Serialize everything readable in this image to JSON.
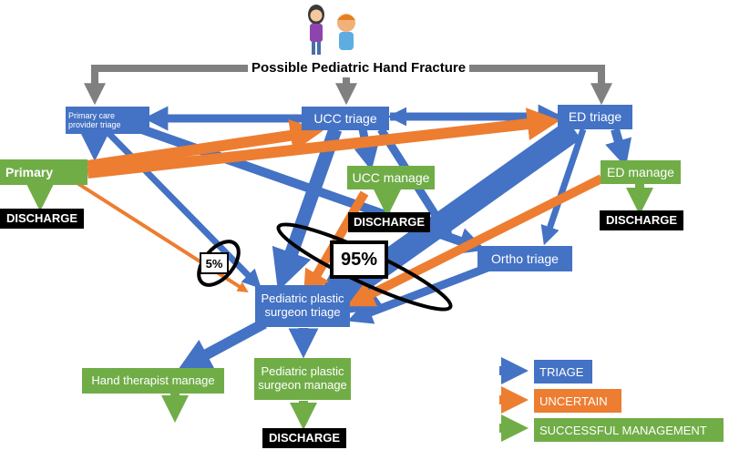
{
  "title": "Possible Pediatric Hand Fracture",
  "colors": {
    "triage": "#4472c4",
    "uncertain": "#ed7d31",
    "success": "#70ad47",
    "neutral": "#808080"
  },
  "nodes": {
    "primary_care_triage": "Primary care provider triage",
    "ucc_triage": "UCC triage",
    "ed_triage": "ED triage",
    "primary": "Primary",
    "ucc_manage": "UCC manage",
    "ed_manage": "ED manage",
    "ortho_triage": "Ortho triage",
    "ps_triage": "Pediatric plastic surgeon triage",
    "hand_therapist": "Hand therapist manage",
    "ps_manage": "Pediatric plastic surgeon manage",
    "discharge": "DISCHARGE"
  },
  "percentages": {
    "small": "5%",
    "large": "95%"
  },
  "legend": [
    {
      "label": "TRIAGE",
      "color": "#4472c4"
    },
    {
      "label": "UNCERTAIN",
      "color": "#ed7d31"
    },
    {
      "label": "SUCCESSFUL MANAGEMENT",
      "color": "#70ad47"
    }
  ]
}
